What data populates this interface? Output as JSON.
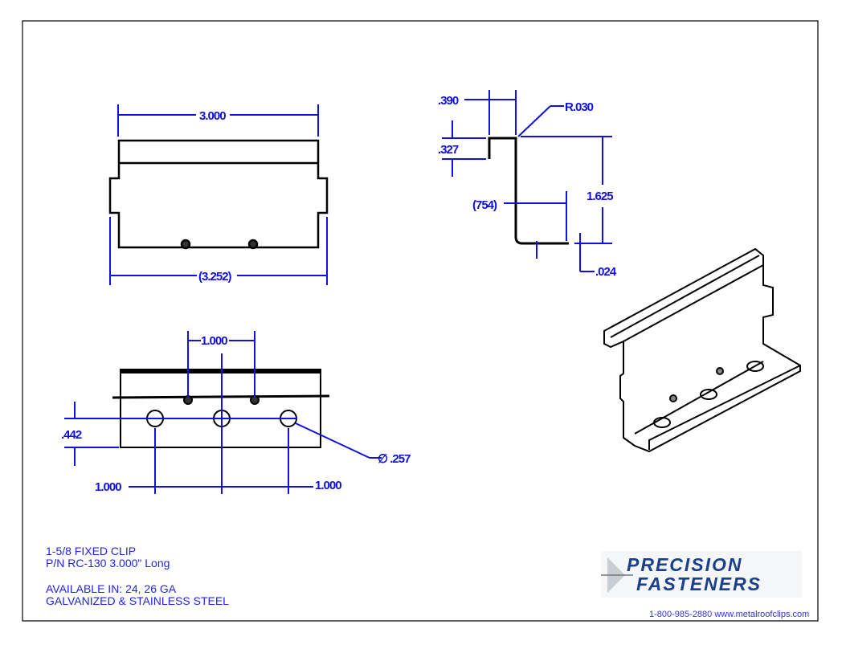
{
  "title_block": {
    "line1": "1-5/8 FIXED CLIP",
    "line2": "P/N RC-130  3.000\" Long",
    "line3": "AVAILABLE IN: 24, 26 GA",
    "line4": "GALVANIZED & STAINLESS STEEL"
  },
  "logo": {
    "line1": "PRECISION",
    "line2": "FASTENERS"
  },
  "contact": "1-800-985-2880 www.metalroofclips.com",
  "dimensions": {
    "top_width": "3.000",
    "overall_width": "(3.252)",
    "hole_spacing": "1.000",
    "hole_height": ".442",
    "hole_dia": "∅ .257",
    "left_spacing": "1.000",
    "right_spacing": "1.000",
    "flange_top": ".390",
    "radius": "R.030",
    "lip": ".327",
    "height": "1.625",
    "base": "(754)",
    "thickness": ".024"
  },
  "colors": {
    "dimension": "#1010e0",
    "line": "#000000"
  }
}
